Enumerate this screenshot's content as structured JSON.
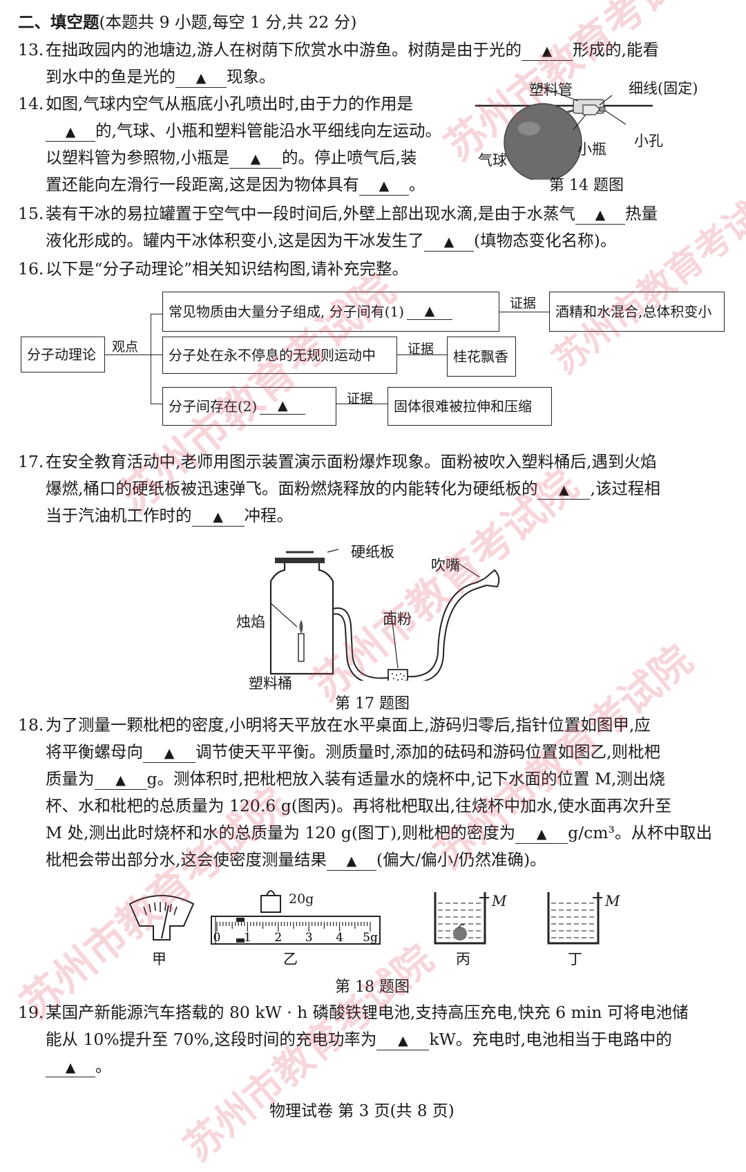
{
  "section": {
    "prefix": "二、填空题",
    "note": "(本题共 9 小题,每空 1 分,共 22 分)"
  },
  "blank_marker": "▲",
  "questions": {
    "q13": {
      "num": "13.",
      "l1a": "在拙政园内的池塘边,游人在树荫下欣赏水中游鱼。树荫是由于光的",
      "l1b": "形成的,能看",
      "l2a": "到水中的鱼是光的",
      "l2b": "现象。"
    },
    "q14": {
      "num": "14.",
      "l1": "如图,气球内空气从瓶底小孔喷出时,由于力的作用是",
      "l2b": "的,气球、小瓶和塑料管能沿水平细线向左运动。",
      "l3a": "以塑料管为参照物,小瓶是",
      "l3b": "的。停止喷气后,装",
      "l4a": "置还能向左滑行一段距离,这是因为物体具有",
      "l4b": "。"
    },
    "q15": {
      "num": "15.",
      "l1a": "装有干冰的易拉罐置于空气中一段时间后,外壁上部出现水滴,是由于水蒸气",
      "l1b": "热量",
      "l2a": "液化形成的。罐内干冰体积变小,这是因为干冰发生了",
      "l2b": "(填物态变化名称)。"
    },
    "q16": {
      "num": "16.",
      "l1": "以下是“分子动理论”相关知识结构图,请补充完整。"
    },
    "q17": {
      "num": "17.",
      "l1": "在安全教育活动中,老师用图示装置演示面粉爆炸现象。面粉被吹入塑料桶后,遇到火焰",
      "l2a": "爆燃,桶口的硬纸板被迅速弹飞。面粉燃烧释放的内能转化为硬纸板的",
      "l2b": ",该过程相",
      "l3a": "当于汽油机工作时的",
      "l3b": "冲程。"
    },
    "q18": {
      "num": "18.",
      "l1": "为了测量一颗枇杷的密度,小明将天平放在水平桌面上,游码归零后,指针位置如图甲,应",
      "l2a": "将平衡螺母向",
      "l2b": "调节使天平平衡。测质量时,添加的砝码和游码位置如图乙,则枇杷",
      "l3a": "质量为",
      "l3b": "g。测体积时,把枇杷放入装有适量水的烧杯中,记下水面的位置 M,测出烧",
      "l4": "杯、水和枇杷的总质量为 120.6 g(图丙)。再将枇杷取出,往烧杯中加水,使水面再次升至",
      "l5a": "M 处,测出此时烧杯和水的总质量为 120 g(图丁),则枇杷的密度为",
      "l5b": "g/cm³。从杯中取出",
      "l6a": "枇杷会带出部分水,这会使密度测量结果",
      "l6b": "(偏大/偏小/仍然准确)。"
    },
    "q19": {
      "num": "19.",
      "l1": "某国产新能源汽车搭载的 80 kW · h 磷酸铁锂电池,支持高压充电,快充 6 min 可将电池储",
      "l2a": "能从 10%提升至 70%,这段时间的充电功率为",
      "l2b": "kW。充电时,电池相当于电路中的",
      "l3b": "。"
    }
  },
  "fig14": {
    "caption": "第 14 题图",
    "labels": {
      "tube": "塑料管",
      "thread": "细线(固定)",
      "hole": "小孔",
      "bottle": "小瓶",
      "balloon": "气球"
    }
  },
  "fig16": {
    "root": "分子动理论",
    "root_edge": "观点",
    "rows": [
      {
        "left": "常见物质由大量分子组成, 分子间有(1)",
        "edge": "证据",
        "right": "酒精和水混合,总体积变小"
      },
      {
        "left": "分子处在永不停息的无规则运动中",
        "edge": "证据",
        "right": "桂花飘香"
      },
      {
        "left": "分子间存在(2)",
        "edge": "证据",
        "right": "固体很难被拉伸和压缩"
      }
    ]
  },
  "fig17": {
    "caption": "第 17 题图",
    "labels": {
      "board": "硬纸板",
      "nozzle": "吹嘴",
      "flame": "烛焰",
      "flour": "面粉",
      "bucket": "塑料桶"
    }
  },
  "fig18": {
    "caption": "第 18 题图",
    "weight": "20g",
    "ruler_ticks": [
      "0",
      "1",
      "2",
      "3",
      "4",
      "5g"
    ],
    "cup_mark": "M",
    "sub_labels": [
      "甲",
      "乙",
      "丙",
      "丁"
    ]
  },
  "footer": "物理试卷 第 3 页(共 8 页)",
  "watermark": "苏州市教育考试院"
}
